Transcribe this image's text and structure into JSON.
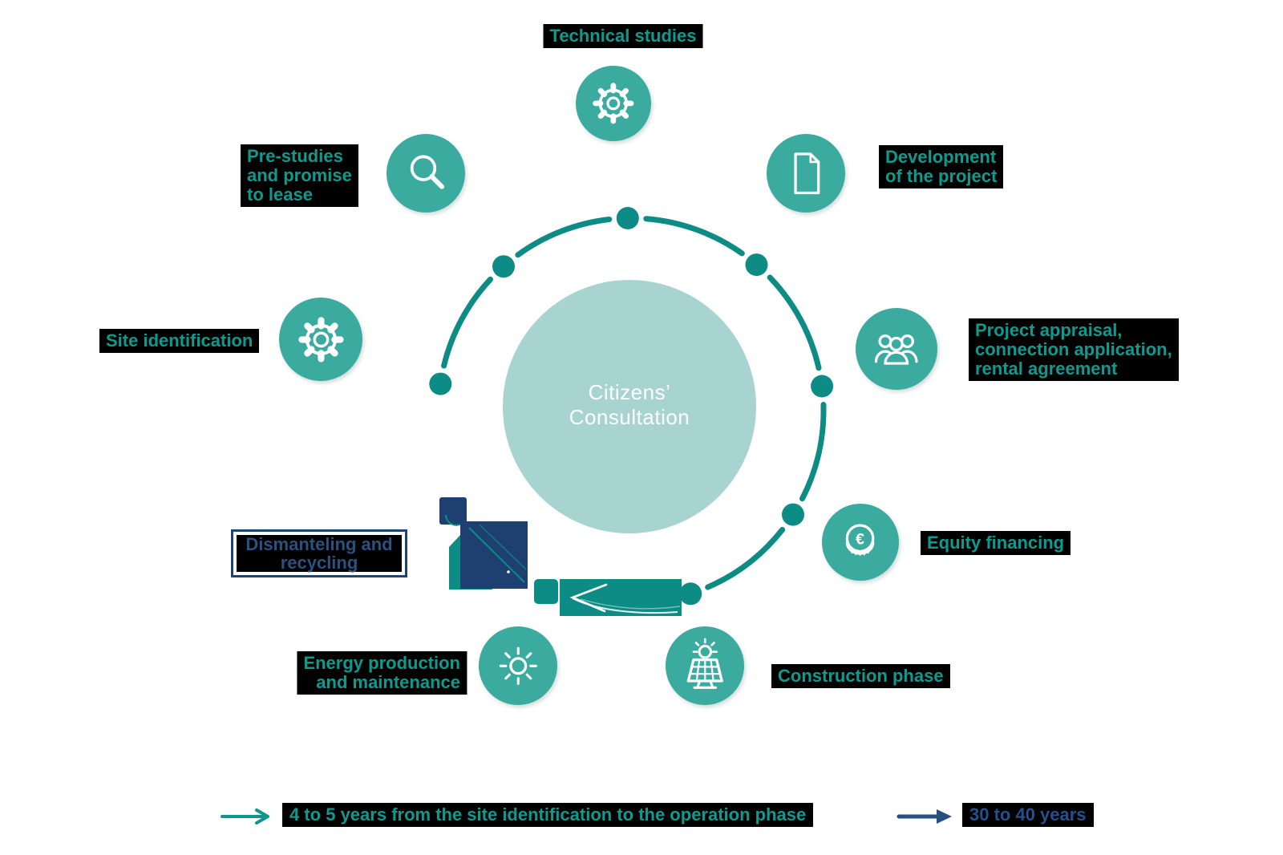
{
  "center": {
    "lines": [
      "Citizens’",
      "Consultation"
    ]
  },
  "phases": {
    "technical_studies": {
      "label": "Technical studies",
      "icon": "gear-icon"
    },
    "development": {
      "lines": [
        "Development",
        "of the project"
      ],
      "icon": "document-icon"
    },
    "project_appraisal": {
      "lines": [
        "Project appraisal,",
        "connection application,",
        "rental agreement"
      ],
      "icon": "people-icon"
    },
    "equity_financing": {
      "label": "Equity financing",
      "icon": "euro-coin-icon"
    },
    "construction_phase": {
      "label": "Construction phase",
      "icon": "solar-panel-icon"
    },
    "energy_production": {
      "lines": [
        "Energy production",
        "and maintenance"
      ],
      "icon": "sun-icon"
    },
    "dismanteling": {
      "lines": [
        "Dismanteling and",
        "recycling"
      ],
      "icon": "recycling-icon"
    },
    "site_identification": {
      "label": "Site identification",
      "icon": "gear-icon"
    },
    "pre_studies": {
      "lines": [
        "Pre-studies",
        "and promise",
        "to lease"
      ],
      "icon": "magnifier-icon"
    }
  },
  "legend": {
    "short_term": {
      "label": "4 to 5 years from the site identification to the operation phase",
      "color": "#0f978c"
    },
    "long_term": {
      "label": "30 to 40 years",
      "color": "#26507f"
    }
  },
  "colors": {
    "circle_teal": "#3aab9e",
    "ring_teal": "#0c8c85",
    "label_teal": "#0f9a8e",
    "center_light_teal": "#a7d4d0",
    "navy": "#1e4070",
    "navy_text": "#2a5180",
    "highlight_bg": "#000000"
  }
}
